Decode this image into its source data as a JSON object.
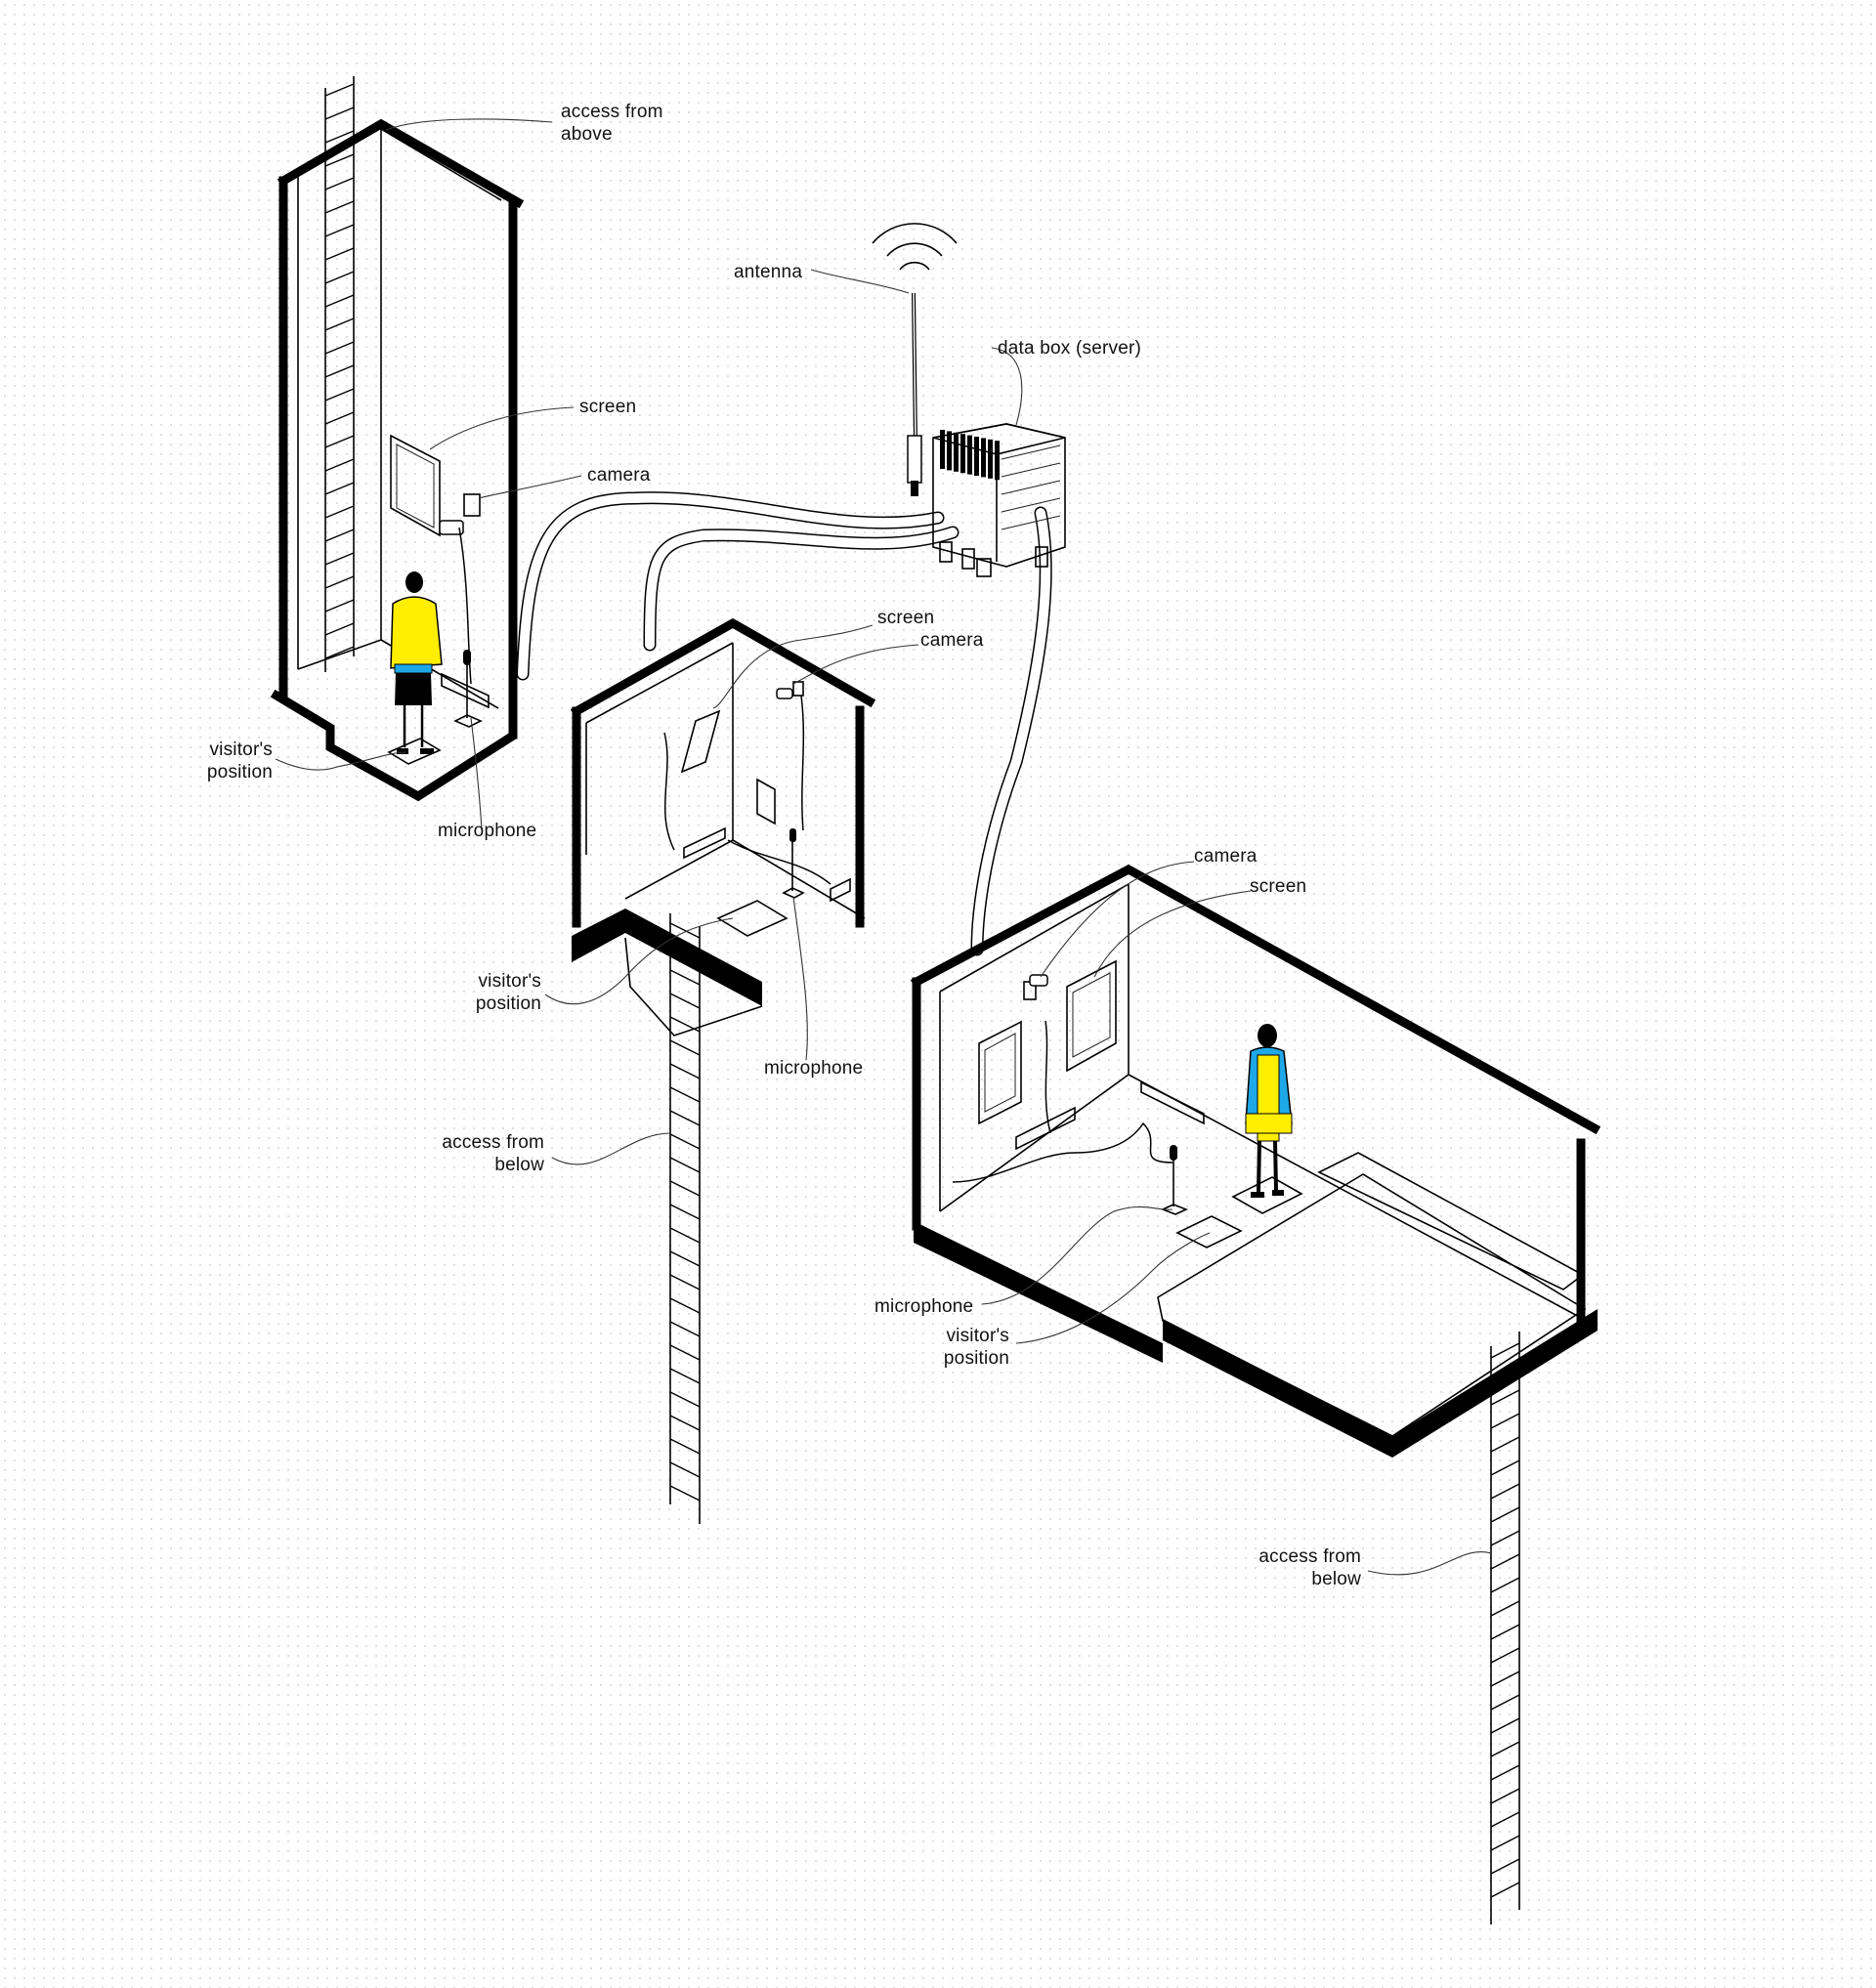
{
  "colors": {
    "background": "#ffffff",
    "line": "#000000",
    "accent_yellow": "#ffee00",
    "accent_blue": "#1fa8e8"
  },
  "labels": {
    "tall_room": {
      "access": "access from above",
      "screen": "screen",
      "camera": "camera",
      "visitor": "visitor's position",
      "microphone": "microphone"
    },
    "server": {
      "antenna": "antenna",
      "data_box": "data box (server)"
    },
    "cube_room": {
      "screen": "screen",
      "camera": "camera",
      "visitor": "visitor's position",
      "microphone": "microphone",
      "access": "access from below"
    },
    "wide_room": {
      "camera": "camera",
      "screen": "screen",
      "microphone": "microphone",
      "visitor": "visitor's position",
      "access": "access from below"
    }
  }
}
